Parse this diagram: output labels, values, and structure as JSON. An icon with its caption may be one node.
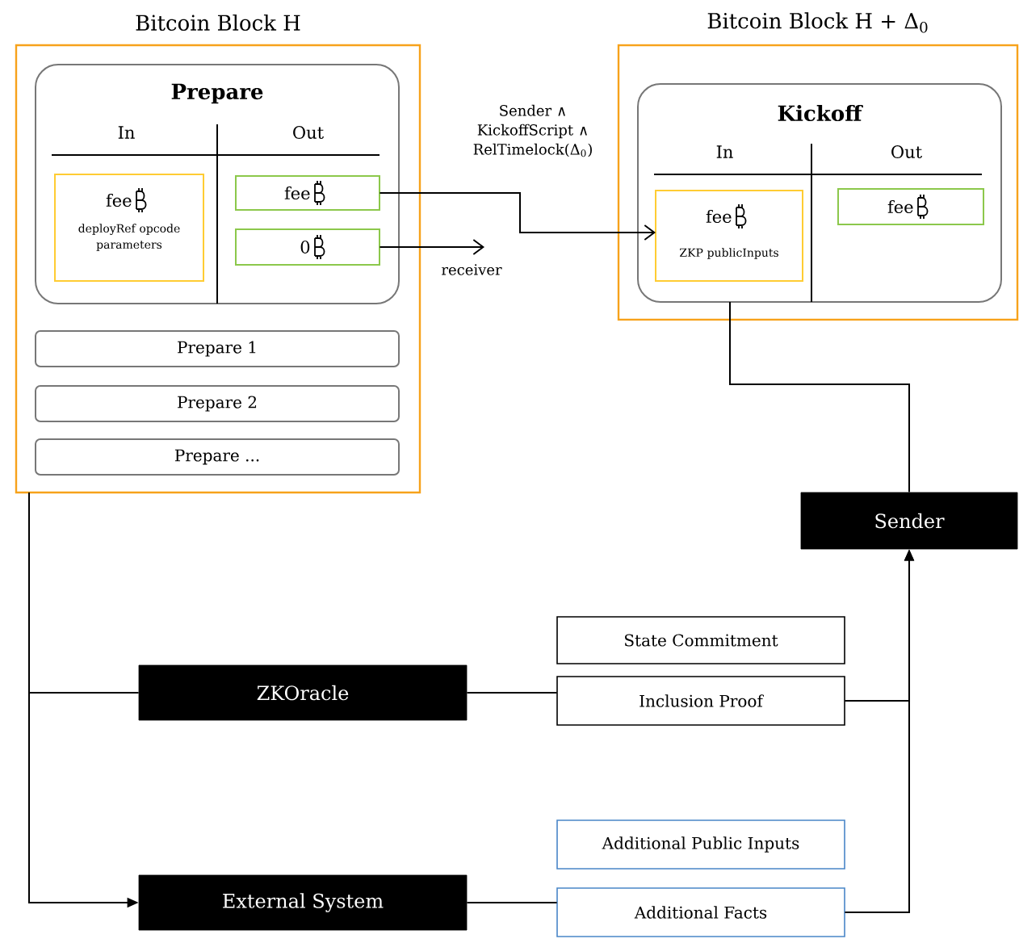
{
  "diagram": {
    "nodes": [
      {
        "text": [
          "Bitcoin Block H"
        ]
      },
      {
        "text": [
          "Prepare",
          "In",
          "Out"
        ],
        "in": 0
      },
      {
        "text": [
          "fee",
          "deployRef opcode parameters"
        ],
        "in": 1
      },
      {
        "text": [
          "fee"
        ],
        "in": 1
      },
      {
        "text": [
          "0"
        ],
        "in": 1
      },
      {
        "text": [
          "Prepare 1"
        ],
        "in": 0
      },
      {
        "text": [
          "Prepare 2"
        ],
        "in": 0
      },
      {
        "text": [
          "Prepare ..."
        ],
        "in": 0
      },
      {
        "text": [
          "Bitcoin Block H + Δ$_{0}$"
        ]
      },
      {
        "text": [
          "Kickoff",
          "In",
          "Out"
        ],
        "in": 8
      },
      {
        "text": [
          "fee",
          "ZKP publicInputs"
        ],
        "in": 9
      },
      {
        "text": [
          "fee"
        ],
        "in": 9
      },
      {
        "text": [
          "Sender"
        ]
      },
      {
        "text": [
          "ZKOracle"
        ]
      },
      {
        "text": [
          "State Commitment"
        ]
      },
      {
        "text": [
          "Inclusion Proof"
        ]
      },
      {
        "text": [
          "External System"
        ]
      },
      {
        "text": [
          "Additional Public Inputs"
        ]
      },
      {
        "text": [
          "Additional Facts"
        ]
      }
    ],
    "edges": [
      {
        "from": 3,
        "to": 10,
        "arrow": "to",
        "label": "Sender ∧ KickoffScript ∧ RelTimelock(Δ$_{0}$)"
      },
      {
        "from": 4,
        "to": null,
        "arrow": "to",
        "label": "receiver"
      },
      {
        "from": 9,
        "to": 12,
        "arrow": "none"
      },
      {
        "from": 0,
        "to": 13,
        "arrow": "none"
      },
      {
        "from": 0,
        "to": 16,
        "arrow": "to"
      },
      {
        "from": 13,
        "to": 15,
        "arrow": "none"
      },
      {
        "from": 15,
        "to": 12,
        "arrow": "to"
      },
      {
        "from": 16,
        "to": 18,
        "arrow": "none"
      },
      {
        "from": 18,
        "to": 12,
        "arrow": "to"
      }
    ]
  }
}
